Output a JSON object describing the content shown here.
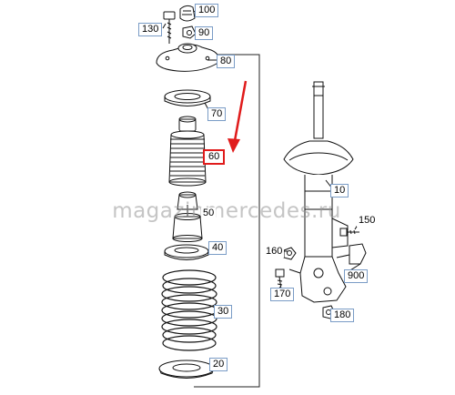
{
  "diagram": {
    "watermark": "magazinmercedes.ru",
    "parts": [
      {
        "id": "100",
        "label": "100"
      },
      {
        "id": "130",
        "label": "130"
      },
      {
        "id": "90",
        "label": "90"
      },
      {
        "id": "80",
        "label": "80"
      },
      {
        "id": "70",
        "label": "70"
      },
      {
        "id": "60",
        "label": "60"
      },
      {
        "id": "50",
        "label": "50"
      },
      {
        "id": "40",
        "label": "40"
      },
      {
        "id": "30",
        "label": "30"
      },
      {
        "id": "20",
        "label": "20"
      },
      {
        "id": "10",
        "label": "10"
      },
      {
        "id": "150",
        "label": "150"
      },
      {
        "id": "160",
        "label": "160"
      },
      {
        "id": "900",
        "label": "900"
      },
      {
        "id": "170",
        "label": "170"
      },
      {
        "id": "180",
        "label": "180"
      }
    ],
    "highlighted_part": "60",
    "highlight_color": "#e01b1b",
    "label_border_color": "#7a9cc6"
  }
}
